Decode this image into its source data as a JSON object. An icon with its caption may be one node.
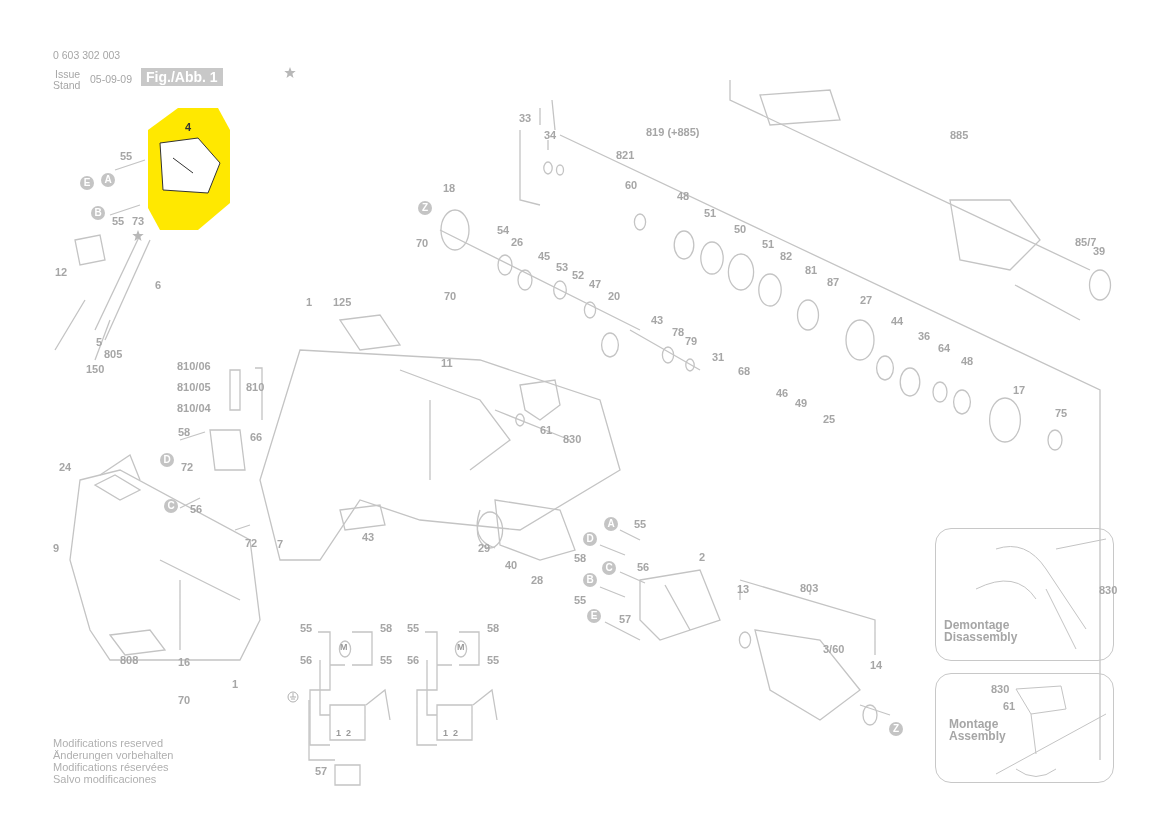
{
  "diagram": {
    "nodes": [
      {
        "text": [
          "4"
        ]
      },
      {
        "text": [
          "830",
          "Demontage Disassembly"
        ]
      },
      {
        "text": [
          "830",
          "61",
          "Montage Assembly"
        ]
      }
    ],
    "edges": [],
    "labels": [
      "0 603 302 003",
      "Issue",
      "Stand",
      "05-09-09",
      "Fig./Abb. 1",
      "55",
      "E",
      "A",
      "B",
      "55",
      "73",
      "12",
      "6",
      "5",
      "805",
      "150",
      "33",
      "34",
      "819 (+885)",
      "821",
      "60",
      "885",
      "18",
      "Z",
      "70",
      "54",
      "26",
      "70",
      "45",
      "53",
      "52",
      "47",
      "20",
      "48",
      "51",
      "50",
      "51",
      "82",
      "81",
      "87",
      "27",
      "85/7",
      "39",
      "43",
      "78",
      "79",
      "31",
      "68",
      "46",
      "49",
      "25",
      "44",
      "36",
      "64",
      "48",
      "17",
      "75",
      "1",
      "125",
      "810/06",
      "11",
      "810/05",
      "810",
      "810/04",
      "58",
      "66",
      "D",
      "72",
      "C",
      "56",
      "24",
      "61",
      "830",
      "72",
      "7",
      "43",
      "29",
      "40",
      "28",
      "9",
      "808",
      "16",
      "1",
      "70",
      "A",
      "55",
      "D",
      "58",
      "C",
      "56",
      "B",
      "55",
      "E",
      "57",
      "2",
      "13",
      "803",
      "3/60",
      "14",
      "Z",
      "55",
      "58",
      "M",
      "56",
      "55",
      "55",
      "58",
      "M",
      "56",
      "55",
      "1",
      "2",
      "1",
      "2",
      "57",
      "Modifications reserved",
      "Änderungen vorbehalten",
      "Modifications réservées",
      "Salvo modificaciones"
    ]
  }
}
